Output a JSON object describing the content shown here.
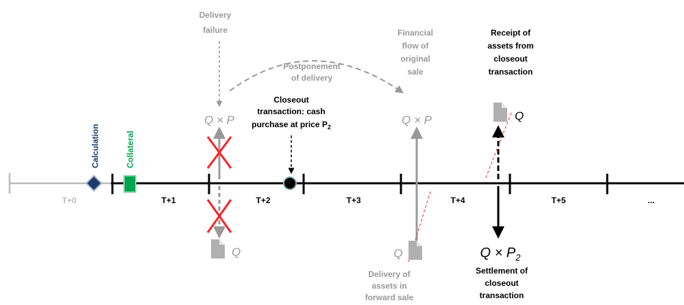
{
  "colors": {
    "axis": "#000000",
    "grey": "#999999",
    "light_grey": "#bbbbbb",
    "calculation": "#1f3a6e",
    "collateral": "#00a550",
    "cross": "#ff2020",
    "dashed_red": "#ff2020"
  },
  "periods": [
    "T+0",
    "T+1",
    "T+2",
    "T+3",
    "T+4",
    "T+5",
    "..."
  ],
  "markers": {
    "calculation": "Calculation",
    "collateral": "Collateral"
  },
  "delivery_failure": [
    "Delivery",
    "failure"
  ],
  "postponement": [
    "Postponement",
    "of delivery"
  ],
  "closeout": {
    "line1": "Closeout",
    "line2": "transaction: cash",
    "line3_prefix": "purchase at price P",
    "line3_sub": "2"
  },
  "financial_flow": [
    "Financial",
    "flow of",
    "original",
    "sale"
  ],
  "receipt": [
    "Receipt of",
    "assets from",
    "closeout",
    "transaction"
  ],
  "delivery_assets": [
    "Delivery of",
    "assets in",
    "forward sale"
  ],
  "settlement": [
    "Settlement of",
    "closeout",
    "transaction"
  ],
  "formulas": {
    "qp": "Q × P",
    "q": "Q",
    "qp2_prefix": "Q × P",
    "qp2_sub": "2"
  },
  "icons": [
    "document-icon",
    "cross-icon",
    "diamond-icon",
    "square-icon",
    "circle-icon"
  ]
}
